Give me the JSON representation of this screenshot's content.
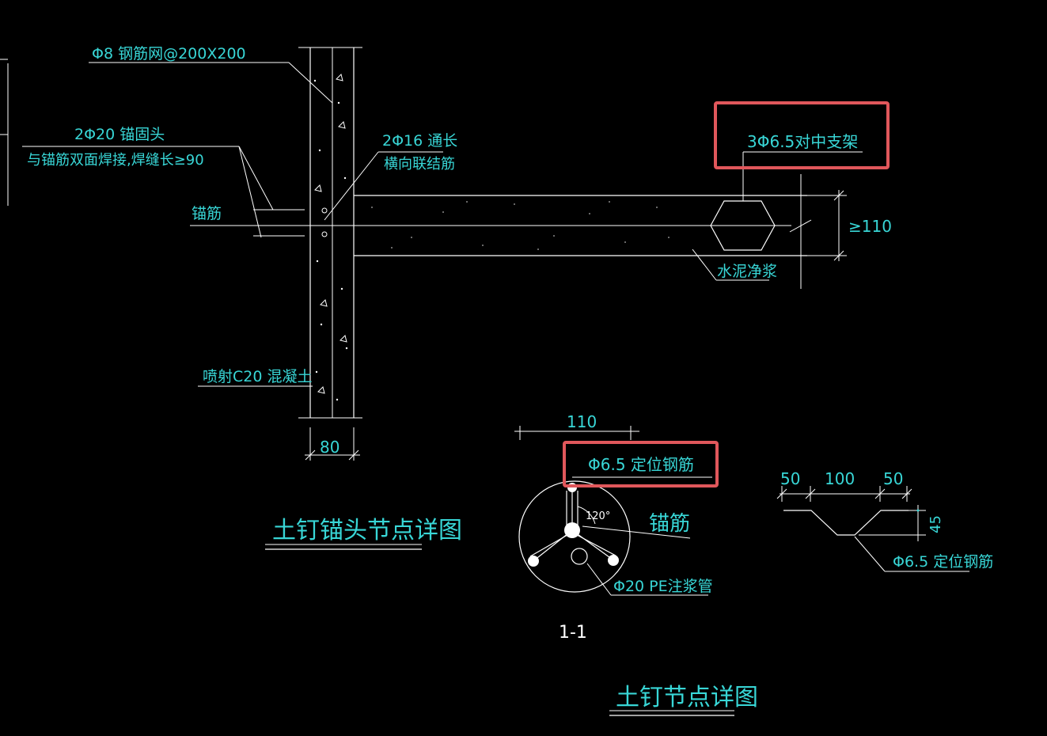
{
  "drawing": {
    "colors": {
      "background": "#000000",
      "linework": "#ffffff",
      "annotation_text": "#38d6d6",
      "highlight": "#e0575b"
    },
    "anchor_detail": {
      "title": "土钉锚头节点详图",
      "mesh_label": "Φ8 钢筋网@200X200",
      "anchor_head_line1": "2Φ20 锚固头",
      "anchor_head_line2": "与锚筋双面焊接,焊缝长≥90",
      "through_bar_line1": "2Φ16 通长",
      "through_bar_line2": "横向联结筋",
      "anchor_bar_label": "锚筋",
      "shotcrete_label": "喷射C20 混凝土",
      "support_label": "3Φ6.5对中支架",
      "grout_label": "水泥净浆",
      "dim_diameter": "≥110",
      "dim_wall": "80"
    },
    "section_detail": {
      "title": "土钉节点详图",
      "section_mark": "1-1",
      "dim_top": "110",
      "positioning_bar_label": "Φ6.5 定位钢筋",
      "anchor_bar_label": "锚筋",
      "angle_label": "120°",
      "pipe_label": "Φ20 PE注浆管"
    },
    "bar_detail": {
      "dim_left": "50",
      "dim_mid": "100",
      "dim_right": "50",
      "dim_height": "45",
      "label": "Φ6.5 定位钢筋"
    }
  }
}
